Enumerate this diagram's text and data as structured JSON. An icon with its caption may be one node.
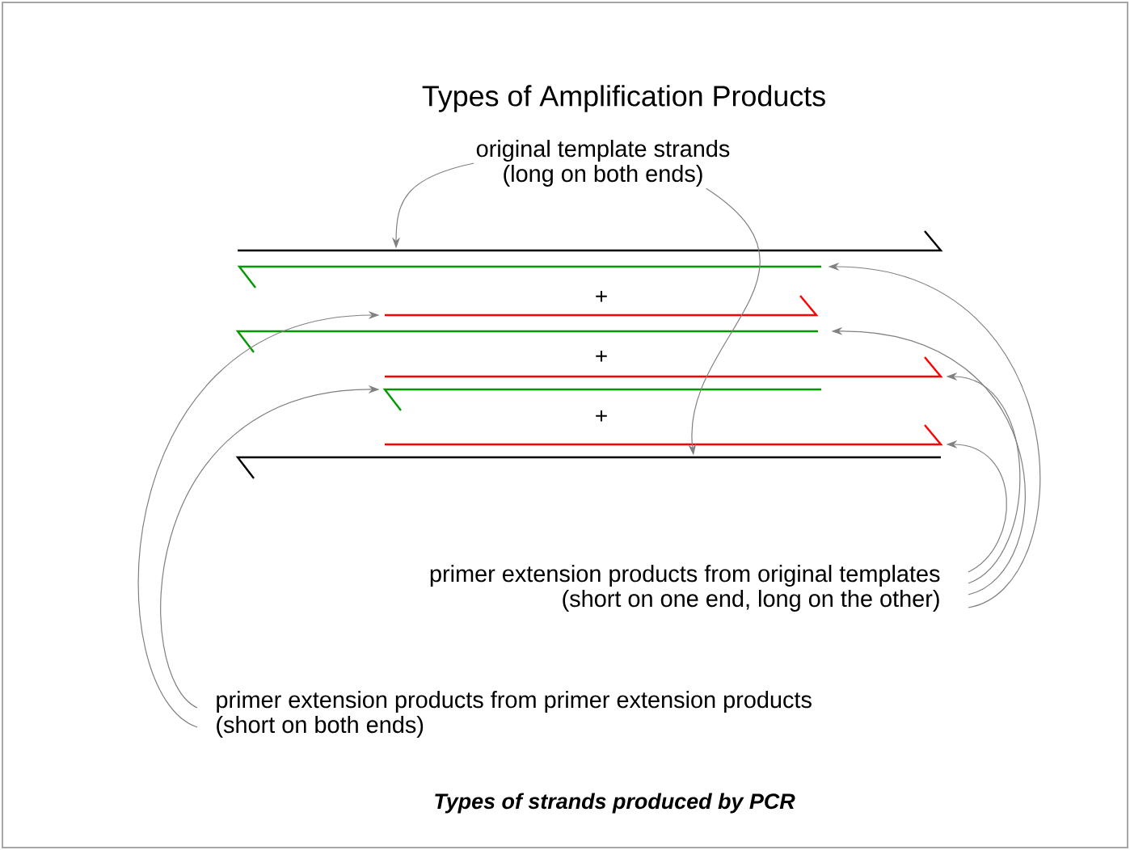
{
  "diagram": {
    "title": "Types of Amplification Products",
    "caption": "Types of strands produced by PCR",
    "nodes": [
      {
        "text": [
          "original template strands",
          "(long on both ends)"
        ]
      },
      {
        "text": [],
        "shape": "line"
      },
      {
        "text": [],
        "shape": "line"
      },
      {
        "text": [],
        "shape": "line"
      },
      {
        "text": [],
        "shape": "line"
      },
      {
        "text": [],
        "shape": "line"
      },
      {
        "text": [],
        "shape": "line"
      },
      {
        "text": [],
        "shape": "line"
      },
      {
        "text": [],
        "shape": "line"
      },
      {
        "text": [
          "primer extension products from original templates",
          "(short on one end, long on the other)"
        ]
      },
      {
        "text": [
          "primer extension products from primer extension products",
          "(short on both ends)"
        ]
      }
    ],
    "edges": [
      {
        "from": 0,
        "to": 1,
        "arrow": "to"
      },
      {
        "from": 0,
        "to": 8,
        "arrow": "to"
      },
      {
        "from": 9,
        "to": 2,
        "arrow": "to"
      },
      {
        "from": 9,
        "to": 4,
        "arrow": "to"
      },
      {
        "from": 9,
        "to": 5,
        "arrow": "to"
      },
      {
        "from": 9,
        "to": 7,
        "arrow": "to"
      },
      {
        "from": 10,
        "to": 3,
        "arrow": "to"
      },
      {
        "from": 10,
        "to": 6,
        "arrow": "to"
      }
    ],
    "labels": [
      "+",
      "+",
      "+"
    ]
  }
}
